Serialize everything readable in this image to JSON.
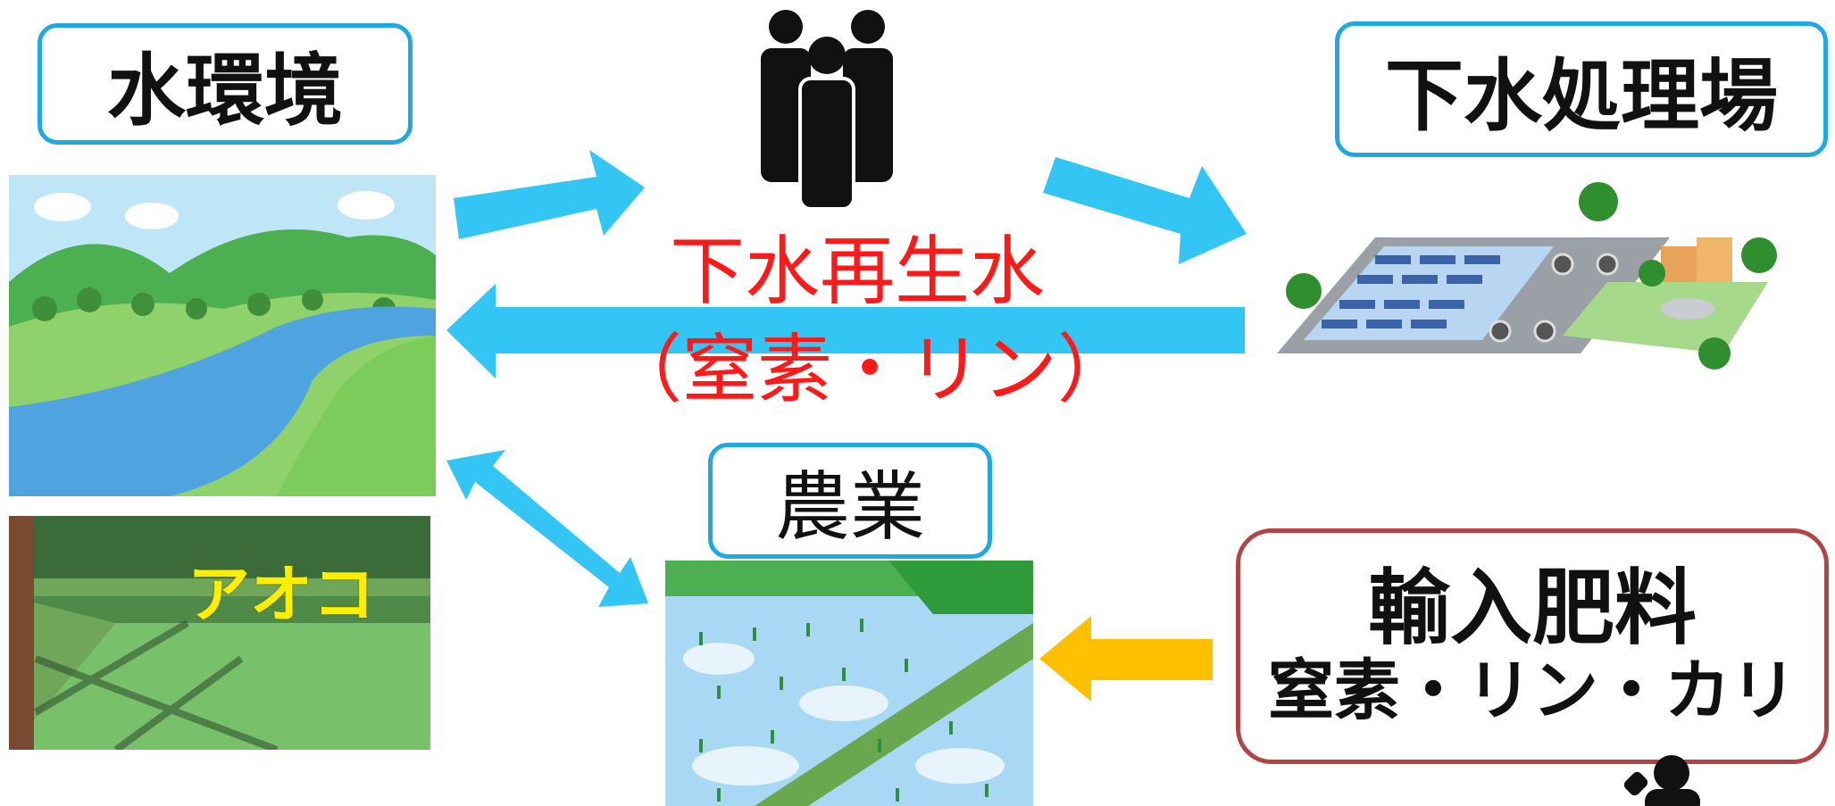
{
  "labels": {
    "water_environment": "水環境",
    "sewage_plant": "下水処理場",
    "agriculture": "農業",
    "reclaimed_water_line1": "下水再生水",
    "reclaimed_water_line2": "（窒素・リン）",
    "imported_fertilizer_line1": "輸入肥料",
    "imported_fertilizer_line2": "窒素・リン・カリ",
    "aoko": "アオコ"
  },
  "colors": {
    "flow_arrow": "#33c6f4",
    "fertilizer_arrow": "#ffc000",
    "highlight_text": "#ff1a1a",
    "box_border_blue": "#1fa9e1",
    "box_border_red": "#b14545"
  },
  "icons": {
    "people": "people-group-icon",
    "person": "person-icon"
  }
}
